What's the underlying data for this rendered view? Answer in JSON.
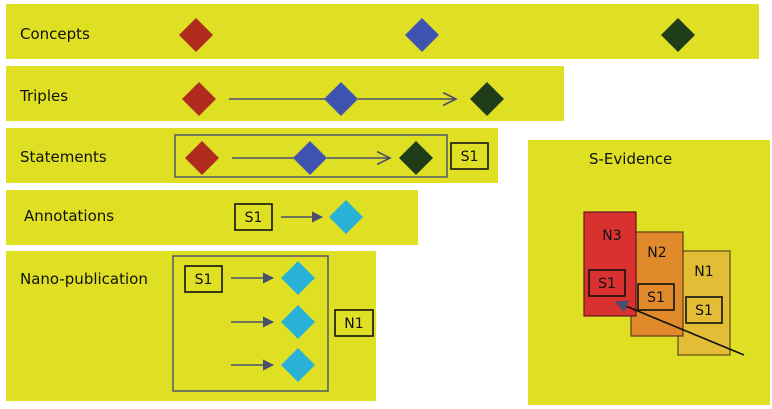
{
  "layers": {
    "concepts": "Concepts",
    "triples": "Triples",
    "statements": "Statements",
    "annotations": "Annotations",
    "nanopublication": "Nano-publication"
  },
  "labels": {
    "s1": "S1",
    "n1": "N1",
    "n2": "N2",
    "n3": "N3"
  },
  "evidence_panel": {
    "title": "S-Evidence"
  },
  "colors": {
    "band": "#dfe024",
    "subject": "#b02a1d",
    "predicate": "#3f54b0",
    "object": "#1e3d18",
    "annotation": "#2ab2d6",
    "n3": "#d93030",
    "n2": "#e18a2c",
    "n1": "#e2bd35",
    "line": "#4a4e6e"
  }
}
